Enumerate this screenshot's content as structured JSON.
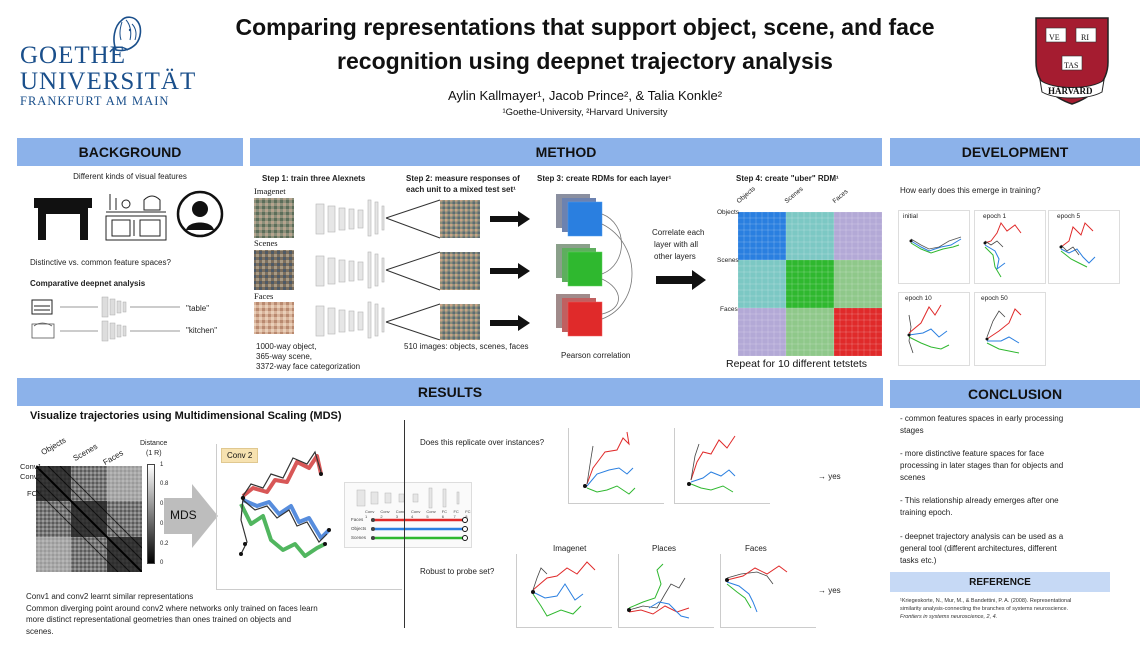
{
  "header": {
    "title_line1": "Comparing representations that support object, scene, and face",
    "title_line2": "recognition using deepnet trajectory analysis",
    "authors": "Aylin Kallmayer¹, Jacob Prince², & Talia Konkle²",
    "affiliations": "¹Goethe-University, ²Harvard University",
    "logo_left_line1": "GOETHE",
    "logo_left_line2": "UNIVERSITÄT",
    "logo_left_line3": "FRANKFURT AM MAIN",
    "logo_right_ve": "VE",
    "logo_right_ri": "RI",
    "logo_right_tas": "TAS",
    "logo_right_name": "HARVARD"
  },
  "background": {
    "heading": "BACKGROUND",
    "intro": "Different kinds of visual features",
    "question": "Distinctive vs. common feature spaces?",
    "subheading": "Comparative deepnet analysis",
    "out_table": "\"table\"",
    "out_kitchen": "\"kitchen\""
  },
  "method": {
    "heading": "METHOD",
    "step1": "Step 1: train three Alexnets",
    "step2_l1": "Step 2: measure responses of",
    "step2_l2": "each unit to a mixed test set¹",
    "step3": "Step 3: create RDMs for each layer¹",
    "step4": "Step 4: create \"uber\" RDM¹",
    "net_imagenet": "Imagenet",
    "net_scenes": "Scenes",
    "net_faces": "Faces",
    "cat_l1": "1000-way object,",
    "cat_l2": "365-way scene,",
    "cat_l3": "3372-way face categorization",
    "images_note": "510 images: objects, scenes, faces",
    "pearson": "Pearson correlation",
    "correlate_l1": "Correlate each",
    "correlate_l2": "layer with all",
    "correlate_l3": "other layers",
    "uber_col_objects": "Objects",
    "uber_col_scenes": "Scenes",
    "uber_col_faces": "Faces",
    "uber_row_objects": "Objects",
    "uber_row_scenes": "Scenes",
    "uber_row_faces": "Faces",
    "repeat": "Repeat for 10 different tetstets"
  },
  "development": {
    "heading": "DEVELOPMENT",
    "question": "How early does this emerge in training?",
    "panels": [
      "initial",
      "epoch 1",
      "epoch 5",
      "epoch 10",
      "epoch 50"
    ]
  },
  "results": {
    "heading": "RESULTS",
    "subheading": "Visualize trajectories using Multidimensional Scaling (MDS)",
    "rdm_col_objects": "Objects",
    "rdm_col_scenes": "Scenes",
    "rdm_col_faces": "Faces",
    "rdm_row_conv1": "Conv1",
    "rdm_row_conv2": "Conv2",
    "rdm_row_fc8": "FC8",
    "colorbar_title_l1": "Distance",
    "colorbar_title_l2": "(1 R)",
    "colorbar_ticks": [
      "1",
      "0.8",
      "0.6",
      "0.4",
      "0.2",
      "0"
    ],
    "mds_label": "MDS",
    "conv2_tag": "Conv 2",
    "legend_layers": [
      "Conv 1",
      "Conv 2",
      "Conv 3",
      "Conv 4",
      "Conv 5",
      "FC 6",
      "FC 7",
      "FC 8"
    ],
    "legend_rows": [
      "Faces",
      "Objects",
      "Scenes"
    ],
    "findings_l1": "Conv1 and conv2 learnt similar representations",
    "findings_l2": "Common diverging point around conv2 where networks only trained on faces learn",
    "findings_l3": "more distinct representational geometries than ones trained on objects and",
    "findings_l4": "scenes.",
    "replicate_q": "Does this replicate over instances?",
    "replicate_a": "→ yes",
    "robust_q": "Robust to probe set?",
    "robust_a": "→ yes",
    "probe_titles": [
      "Imagenet",
      "Places",
      "Faces"
    ]
  },
  "conclusion": {
    "heading": "CONCLUSION",
    "item1_l1": "- common features spaces in early processing",
    "item1_l2": "stages",
    "item2_l1": "- more distinctive feature spaces for face",
    "item2_l2": "processing in later stages than for objects and",
    "item2_l3": "scenes",
    "item3_l1": "- This relationship already emerges after one",
    "item3_l2": "training epoch.",
    "item4_l1": "- deepnet trajectory analysis can be used as a",
    "item4_l2": "general tool (different architectures, different",
    "item4_l3": "tasks etc.)"
  },
  "reference": {
    "heading": "REFERENCE",
    "line1": "¹Kriegeskorte, N., Mur, M., & Bandettini, P. A. (2008). Representational",
    "line2": "similarity analysis-connecting the branches of systems neuroscience.",
    "line3": "Frontiers in systems neuroscience, 2, 4."
  },
  "colors": {
    "banner": "#8cb2ea",
    "goethe_blue": "#1a4f8b",
    "harvard_red": "#a51c30",
    "objects_blue": "#2a7fe0",
    "scenes_green": "#2fb82f",
    "faces_red": "#e02a2a",
    "scenes_teal": "#7cc8c4",
    "faces_lilac": "#b3a9d6"
  }
}
